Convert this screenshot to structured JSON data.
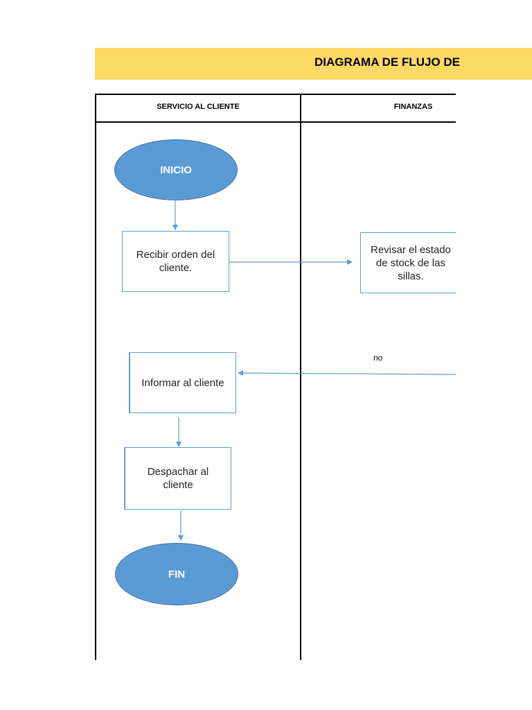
{
  "title": "DIAGRAMA DE FLUJO DE",
  "lanes": [
    {
      "name": "SERVICIO AL CLIENTE"
    },
    {
      "name": "FINANZAS"
    }
  ],
  "nodes": {
    "inicio": "INICIO",
    "recibir": "Recibir orden del\ncliente.",
    "revisar": "Revisar el estado\nde stock de las\nsillas.",
    "informar": "Informar al cliente",
    "despachar": "Despachar al\ncliente",
    "fin": "FIN"
  },
  "edge_labels": {
    "no": "no"
  },
  "colors": {
    "title_bg": "#FDD966",
    "terminal_fill": "#5B9BD5",
    "terminal_border": "#41719C",
    "connector": "#5B9BD5"
  }
}
